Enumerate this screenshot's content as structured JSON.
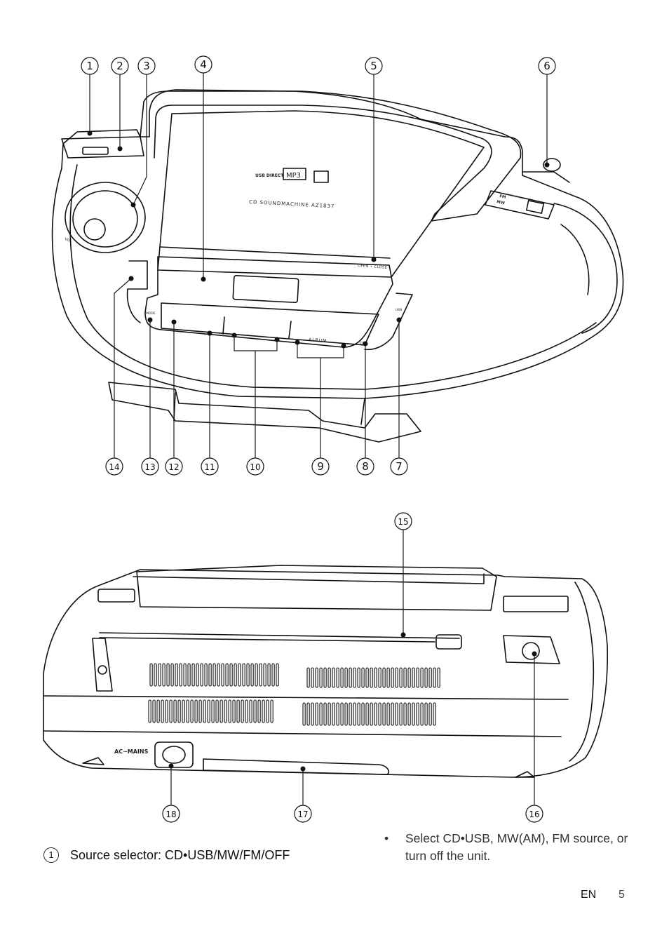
{
  "callouts_top": [
    "1",
    "2",
    "3",
    "4",
    "5",
    "6",
    "7",
    "8",
    "9",
    "10",
    "11",
    "12",
    "13",
    "14"
  ],
  "callouts_bottom": [
    "15",
    "16",
    "17",
    "18"
  ],
  "device_top": {
    "lid_model": "CD SOUNDMACHINE AZ1837",
    "lid_usb_logo": "USB DIRECT",
    "lid_mp3_logo": "MP3",
    "open_close": "OPEN • CLOSE",
    "volume": "VOL",
    "mode": "MODE",
    "album": "ALBUM",
    "band_fm": "FM",
    "band_mw": "MW",
    "cd": "CD",
    "usb": "USB"
  },
  "device_bottom": {
    "ac_mains": "AC~MAINS"
  },
  "legend": {
    "number": "1",
    "text": "Source selector: CD•USB/MW/FM/OFF"
  },
  "bullet": {
    "symbol": "•",
    "text": "Select CD•USB, MW(AM), FM source, or turn off the unit."
  },
  "footer": {
    "language": "EN",
    "page": "5"
  }
}
